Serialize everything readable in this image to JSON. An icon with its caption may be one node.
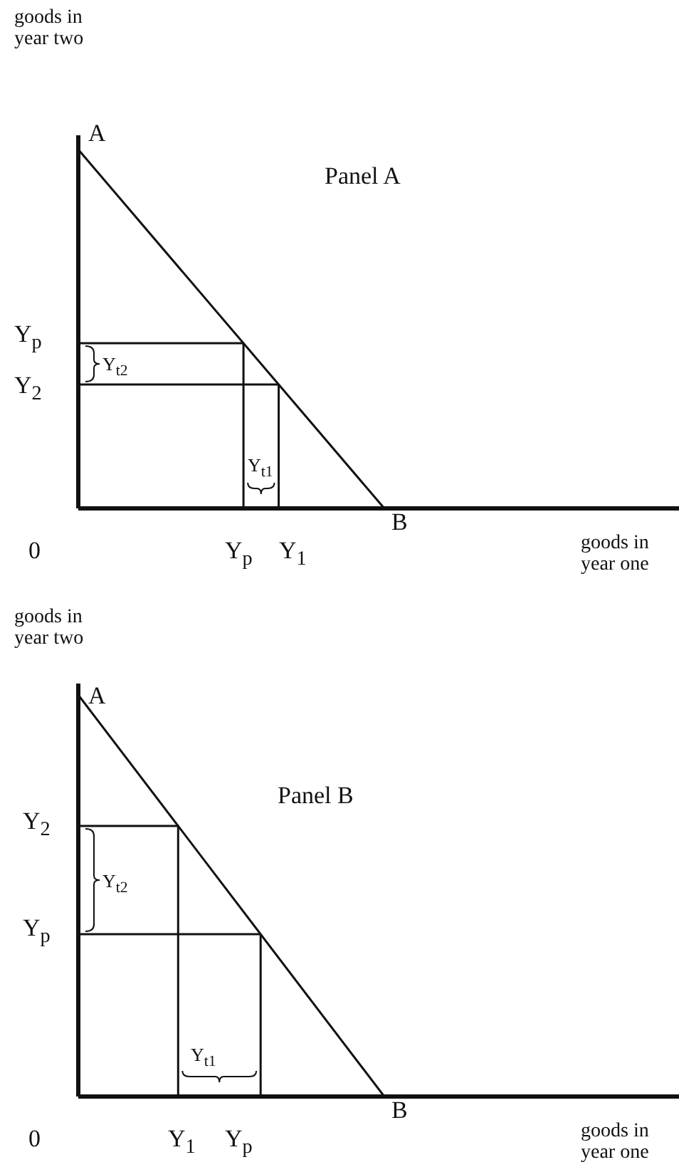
{
  "diagram": {
    "labels": [
      "goods in year two",
      "A",
      "Panel A",
      "Y$_{p}$",
      "Y$_{t2}$",
      "Y$_{2}$",
      "Y$_{t1}$",
      "B",
      "0",
      "Y$_{p}$",
      "Y$_{1}$",
      "goods in year one",
      "goods in year two",
      "A",
      "Panel B",
      "Y$_{2}$",
      "Y$_{t2}$",
      "Y$_{p}$",
      "Y$_{t1}$",
      "B",
      "0",
      "Y$_{1}$",
      "Y$_{p}$",
      "goods in year one"
    ]
  }
}
